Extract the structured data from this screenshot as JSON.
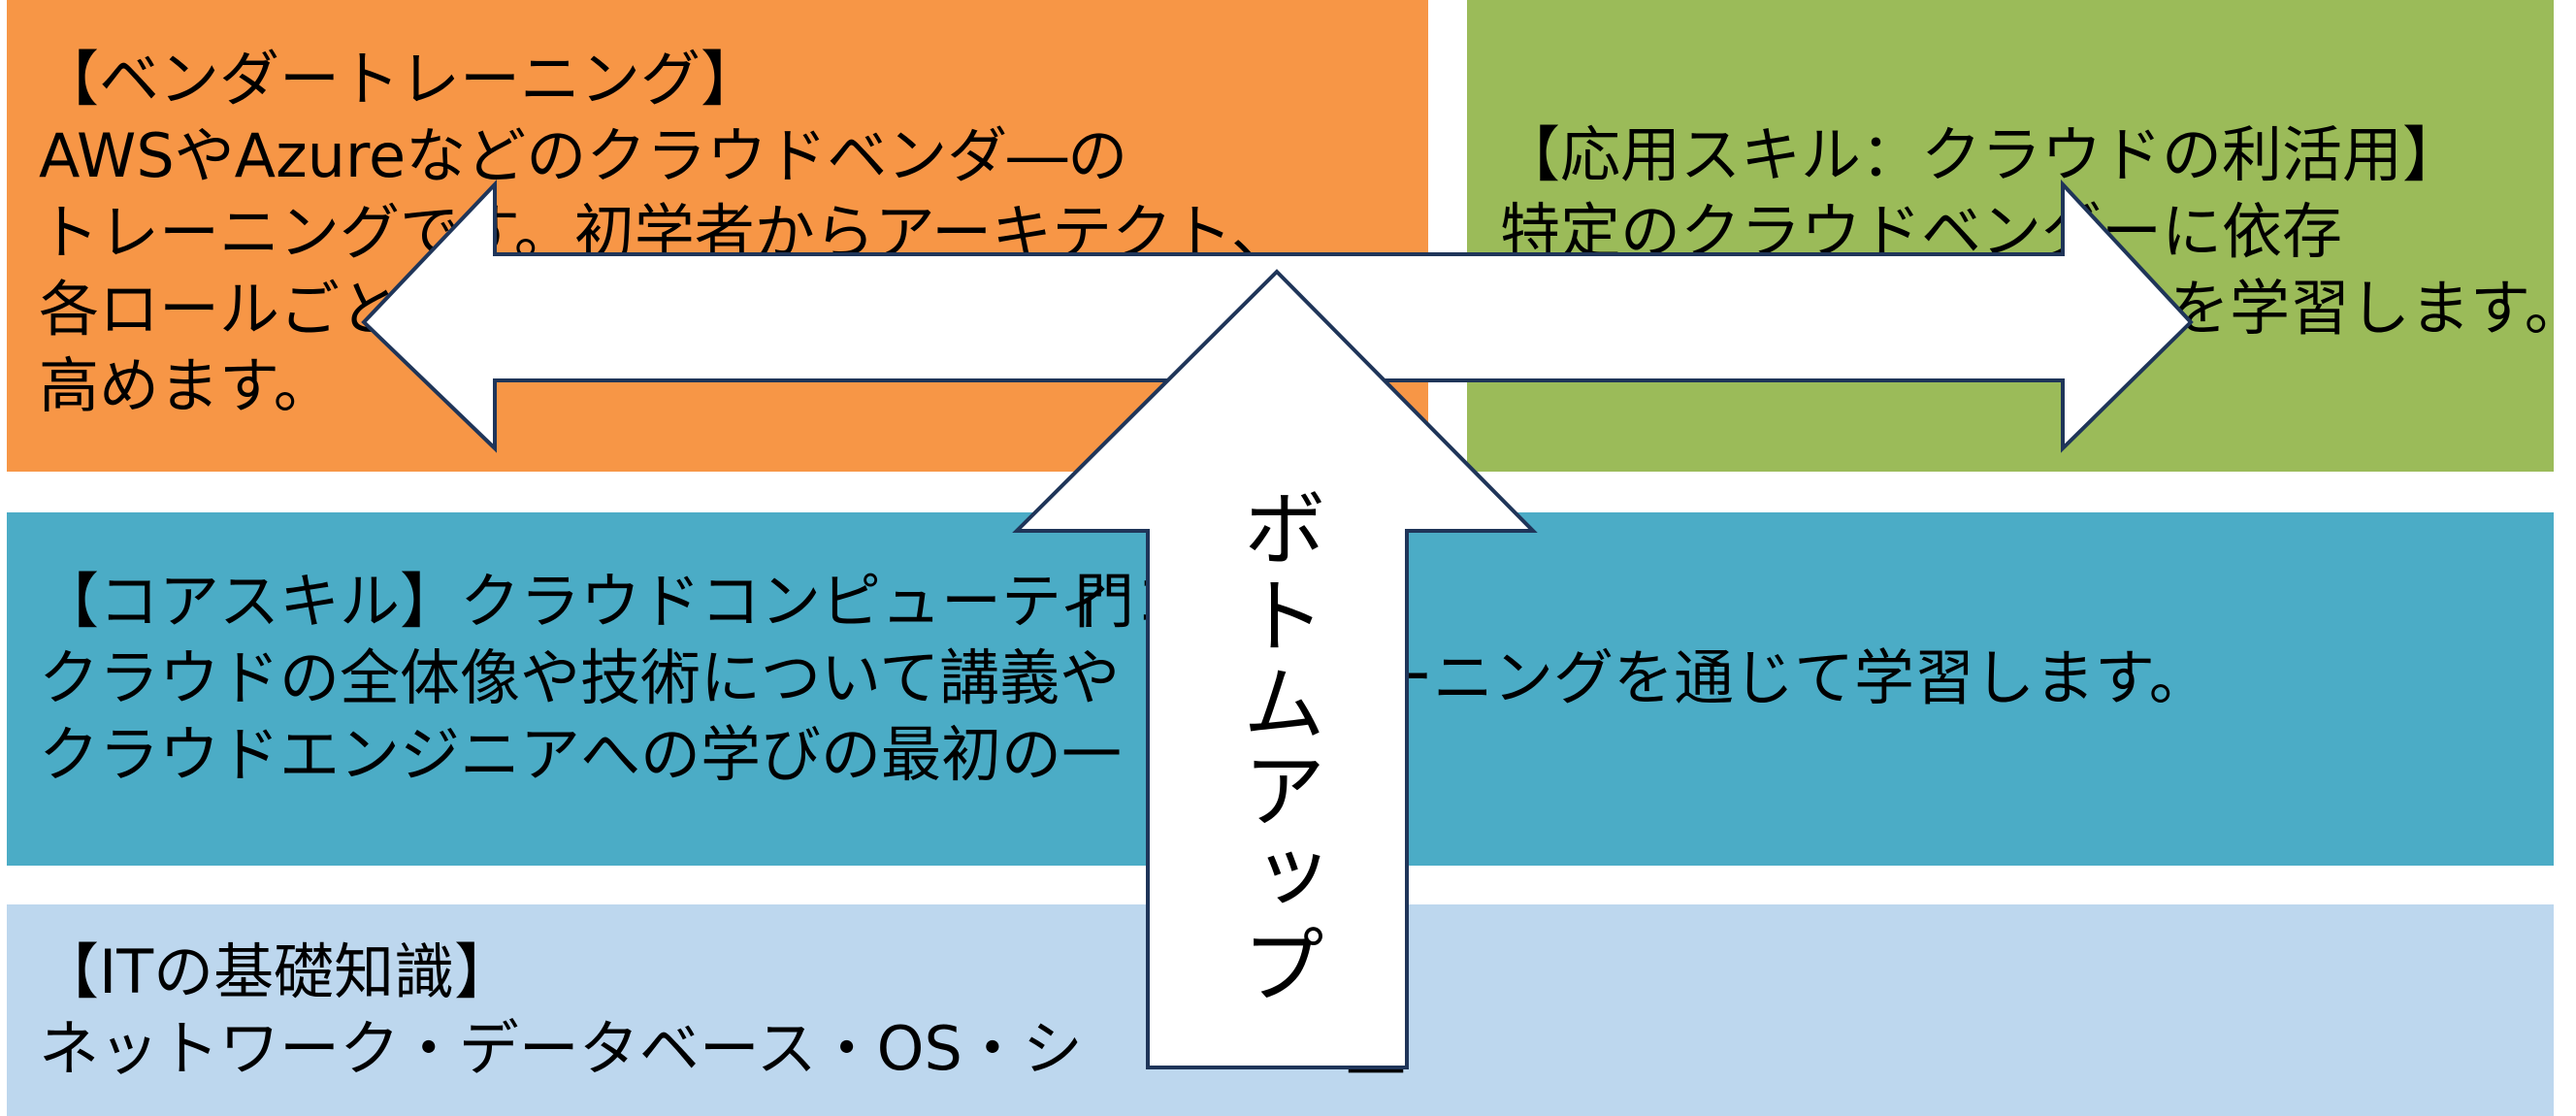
{
  "colors": {
    "vendor_box": "#F79646",
    "applied_box": "#9BBB59",
    "core_box": "#4BACC6",
    "it_box": "#BDD7EE",
    "arrow_fill": "#FFFFFF",
    "arrow_stroke": "#1F3559"
  },
  "vendor": {
    "lines": [
      "【ベンダートレーニング】",
      "AWSやAzureなどのクラウドベンダ―の",
      "トレーニングです。初学者からアーキテクト、",
      "各ロールごと",
      "高めます。"
    ]
  },
  "applied": {
    "lines": [
      "【応用スキル：クラウドの利活用】",
      "特定のクラウドベンダーに依存",
      "を学習します。"
    ]
  },
  "core": {
    "lines": [
      "【コアスキル】クラウドコンピューティ",
      "クラウドの全体像や技術について講義や",
      "クラウドエンジニアへの学びの最初の一"
    ],
    "right_fragments": [
      "門コース",
      "ーニングを通じて学習します。"
    ]
  },
  "it": {
    "lines": [
      "【ITの基礎知識】",
      "ネットワーク・データベース・OS・シ"
    ],
    "right_fragment": "盤"
  },
  "arrow_label": "ボトムアップ"
}
